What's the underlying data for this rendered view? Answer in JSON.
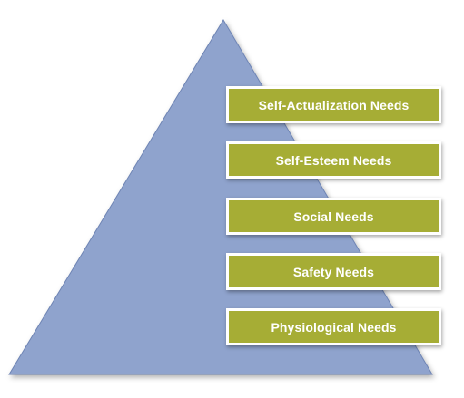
{
  "colors": {
    "pyramid_fill": "#8fa3cd",
    "pyramid_stroke": "#6e84b4",
    "box_fill": "#a6ad35",
    "box_border": "#ffffff",
    "label_text": "#ffffff"
  },
  "pyramid": {
    "levels": [
      {
        "label": "Self-Actualization Needs"
      },
      {
        "label": "Self-Esteem Needs"
      },
      {
        "label": "Social Needs"
      },
      {
        "label": "Safety Needs"
      },
      {
        "label": "Physiological Needs"
      }
    ]
  }
}
